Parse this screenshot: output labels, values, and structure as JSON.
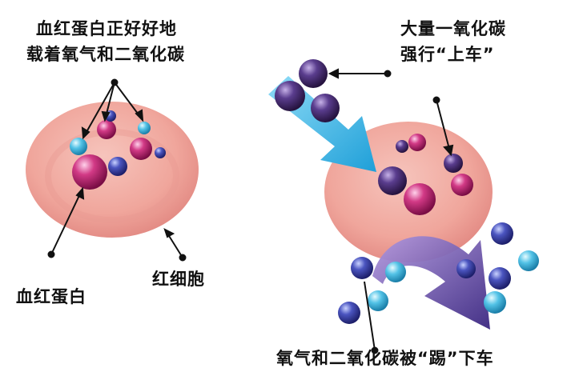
{
  "labels": {
    "top_left_line1": "血红蛋白正好好地",
    "top_left_line2": "载着氧气和二氧化碳",
    "top_right_line1": "大量一氧化碳",
    "top_right_line2": "强行“上车”",
    "hemoglobin": "血红蛋白",
    "red_blood_cell": "红细胞",
    "bottom": "氧气和二氧化碳被“踢”下车"
  },
  "colors": {
    "cell": "#f2a9a0",
    "oxygen": "#3a3fa0",
    "light_blue": "#46b6dc",
    "pink": "#c8337a",
    "carbon_monoxide": "#4a2f78",
    "arrow_cyan": "#39b3e6",
    "arrow_purple": "#5a3d9c"
  }
}
